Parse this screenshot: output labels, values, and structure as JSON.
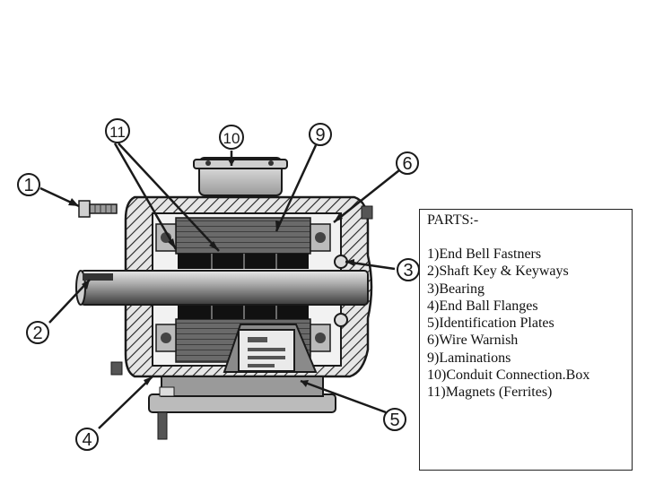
{
  "callouts": [
    "1",
    "2",
    "3",
    "4",
    "5",
    "6",
    "9",
    "10",
    "11"
  ],
  "parts": {
    "title": "PARTS:-",
    "items": [
      "1)End Bell Fastners",
      "2)Shaft Key & Keyways",
      "3)Bearing",
      "4)End Ball Flanges",
      "5)Identification Plates",
      "6)Wire Warnish",
      "9)Laminations",
      "10)Conduit Connection.Box",
      "11)Magnets (Ferrites)"
    ]
  },
  "colors": {
    "ink": "#1a1a1a",
    "casing_fill": "#d8d8d8",
    "stator_fill": "#5a5a5a",
    "magnet_fill": "#111111",
    "shaft_fill": "#9a9a9a"
  }
}
